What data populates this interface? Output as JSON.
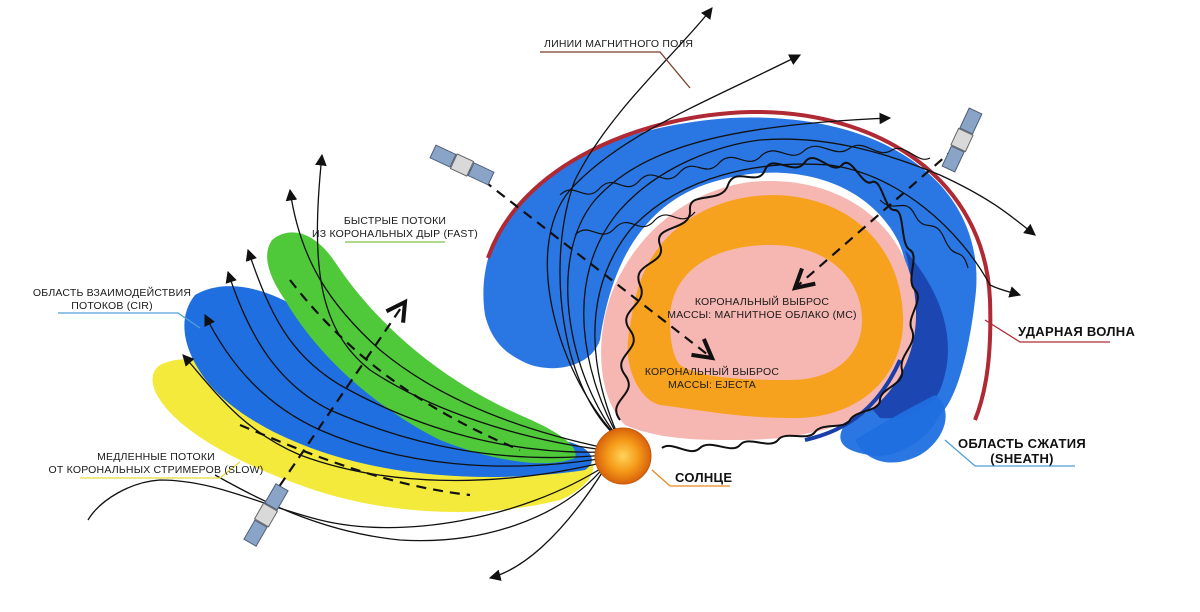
{
  "labels": {
    "field_lines": "ЛИНИИ МАГНИТНОГО ПОЛЯ",
    "fast_1": "БЫСТРЫЕ ПОТОКИ",
    "fast_2": "ИЗ КОРОНАЛЬНЫХ ДЫР (FAST)",
    "cir_1": "ОБЛАСТЬ ВЗАИМОДЕЙСТВИЯ",
    "cir_2": "ПОТОКОВ (CIR)",
    "slow_1": "МЕДЛЕННЫЕ ПОТОКИ",
    "slow_2": "ОТ КОРОНАЛЬНЫХ СТРИМЕРОВ (SLOW)",
    "mc_1": "КОРОНАЛЬНЫЙ ВЫБРОС",
    "mc_2": "МАССЫ: МАГНИТНОЕ ОБЛАКО (MC)",
    "ejecta_1": "КОРОНАЛЬНЫЙ ВЫБРОС",
    "ejecta_2": "МАССЫ: EJECTA",
    "shock": "УДАРНАЯ ВОЛНА",
    "sheath_1": "ОБЛАСТЬ СЖАТИЯ",
    "sheath_2": "(SHEATH)",
    "sun": "СОЛНЦЕ"
  },
  "colors": {
    "blue": "#1f6fe0",
    "dark_blue": "#1a3ea8",
    "green": "#4fc93a",
    "yellow": "#f3ea3c",
    "orange": "#f7a21e",
    "pink": "#f6b7b2",
    "shock_red": "#b02a35",
    "sun": "#f08a12",
    "leader_orange": "#e8891f",
    "leader_green": "#7cc243",
    "leader_blue": "#4f9fd8",
    "leader_yellow": "#e6d93a",
    "leader_red": "#b02a35",
    "leader_brown": "#7a3b2e"
  }
}
